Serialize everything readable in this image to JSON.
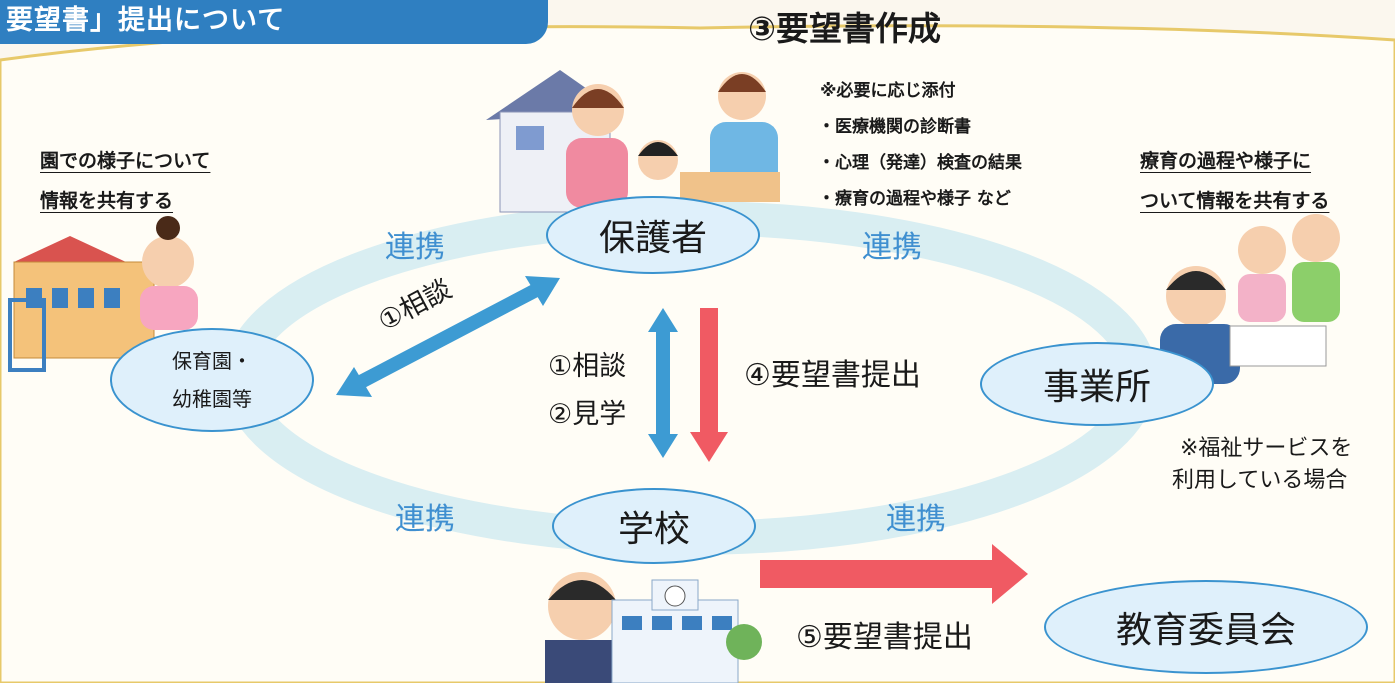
{
  "title": "要望書」提出について",
  "step3_heading": "③要望書作成",
  "attachments": {
    "header": "※必要に応じ添付",
    "items": [
      "・医療機関の診断書",
      "・心理（発達）検査の結果",
      "・療育の過程や様子 など"
    ]
  },
  "nursery_note": [
    "園での様子について",
    "情報を共有する"
  ],
  "office_note": [
    "療育の過程や様子に",
    "ついて情報を共有する"
  ],
  "welfare_note": [
    "※福祉サービスを",
    "利用している場合"
  ],
  "nodes": {
    "guardian": "保護者",
    "nursery": [
      "保育園・",
      "幼稚園等"
    ],
    "office": "事業所",
    "school": "学校",
    "board": "教育委員会"
  },
  "links": {
    "renkei_top_left": "連携",
    "renkei_top_right": "連携",
    "renkei_bottom_left": "連携",
    "renkei_bottom_right": "連携"
  },
  "steps": {
    "consult_diag": "①相談",
    "consult": "①相談",
    "visit": "②見学",
    "submit4": "④要望書提出",
    "submit5": "⑤要望書提出"
  },
  "colors": {
    "banner": "#2f7fc1",
    "blue_arrow": "#3d9bd3",
    "red_arrow": "#f05a63",
    "node_fill": "#dff0fb",
    "renkei_text": "#3f8fd0"
  }
}
